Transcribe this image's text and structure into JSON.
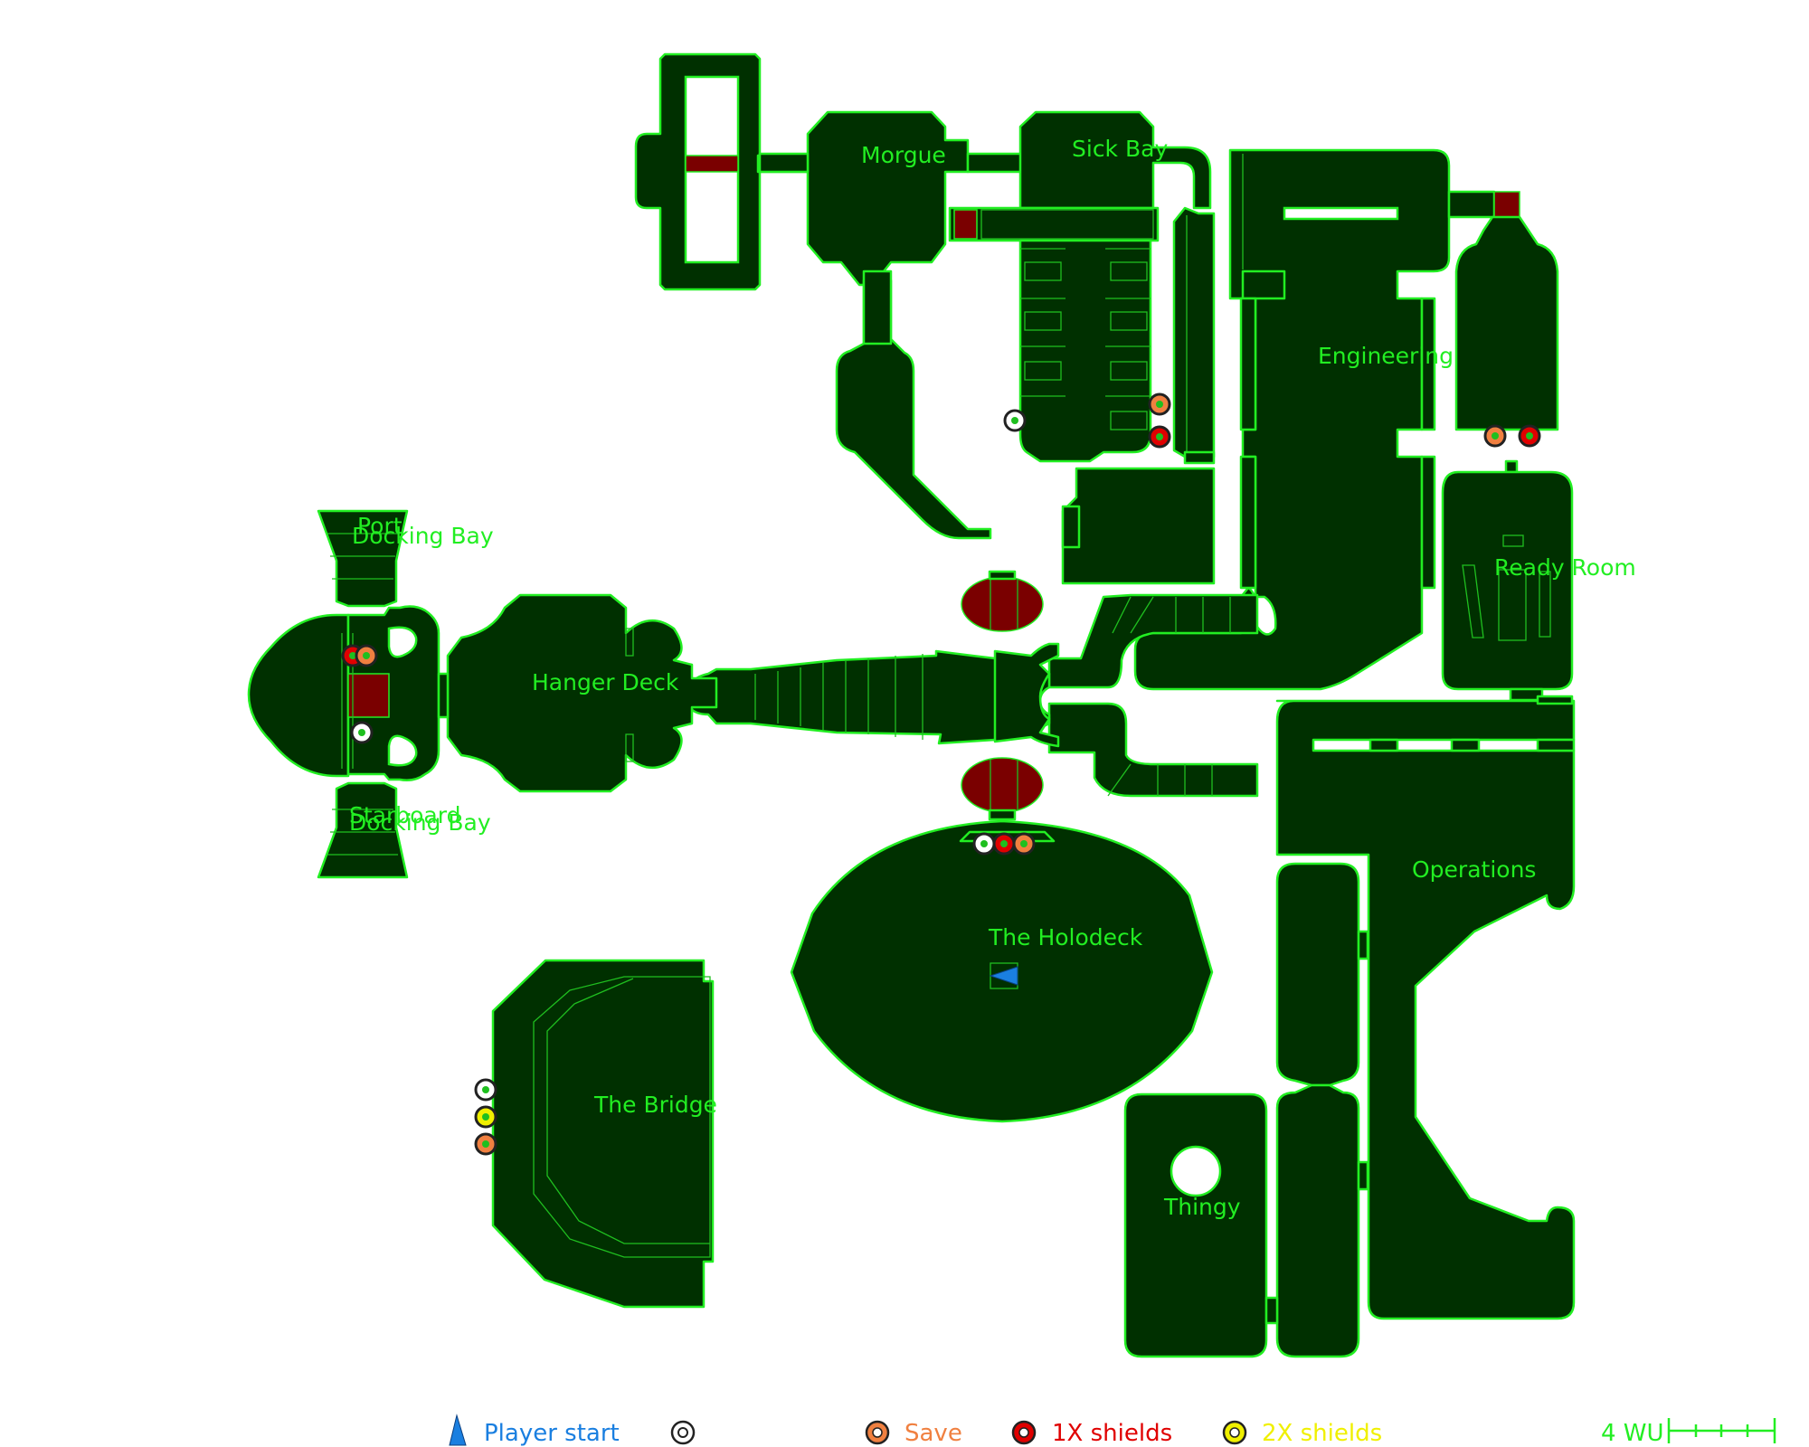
{
  "colors": {
    "room_fill": "#003000",
    "outline": "#22ee22",
    "door": "#7a0000",
    "player_start": "#1a7fe0",
    "marker_white": "#ffffff",
    "marker_save": "#f08040",
    "marker_1x": "#e00000",
    "marker_2x": "#f0f000"
  },
  "rooms": {
    "morgue": "Morgue",
    "sick_bay": "Sick Bay",
    "engineering": "Engineering",
    "port_line1": "Port",
    "port_line2": "Docking Bay",
    "ready_room": "Ready Room",
    "hanger_deck": "Hanger Deck",
    "starboard_line1": "Starboard",
    "starboard_line2": "Docking Bay",
    "operations": "Operations",
    "holodeck": "The Holodeck",
    "bridge": "The Bridge",
    "thingy": "Thingy"
  },
  "legend": {
    "player_start": "Player start",
    "save": "Save",
    "shields_1x": "1X shields",
    "shields_2x": "2X shields",
    "scale": "4 WU"
  }
}
